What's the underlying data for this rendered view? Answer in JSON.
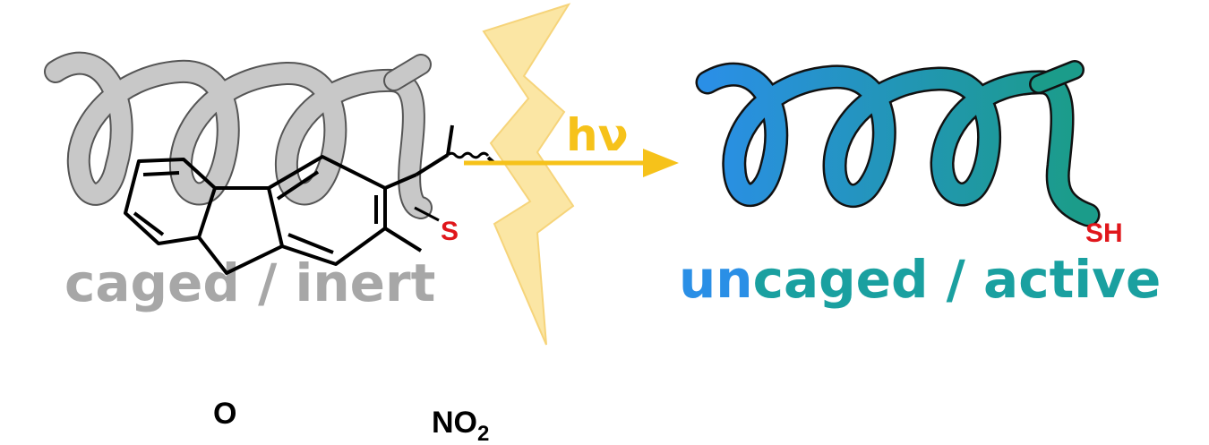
{
  "labels": {
    "caged": "caged / inert",
    "uncaged_prefix": "un",
    "uncaged_rest": "caged / active",
    "light": "hν"
  },
  "atoms": {
    "sulfur": "S",
    "thiol": "SH",
    "oxygen": "O",
    "nitro_main": "NO",
    "nitro_sub": "2"
  },
  "colors": {
    "caged_helix": "#c8c8c8",
    "caged_text": "#a7a7a7",
    "helix_start": "#2a8fe6",
    "helix_end": "#1b9c8a",
    "uncaged_blue": "#2a8fe6",
    "uncaged_teal": "#1aa0a0",
    "heteroatom_red": "#e0161b",
    "light_yellow": "#f6c21a",
    "bolt_yellow": "#fbe6a4"
  },
  "icons": {
    "light": "lightning-bolt-icon"
  }
}
